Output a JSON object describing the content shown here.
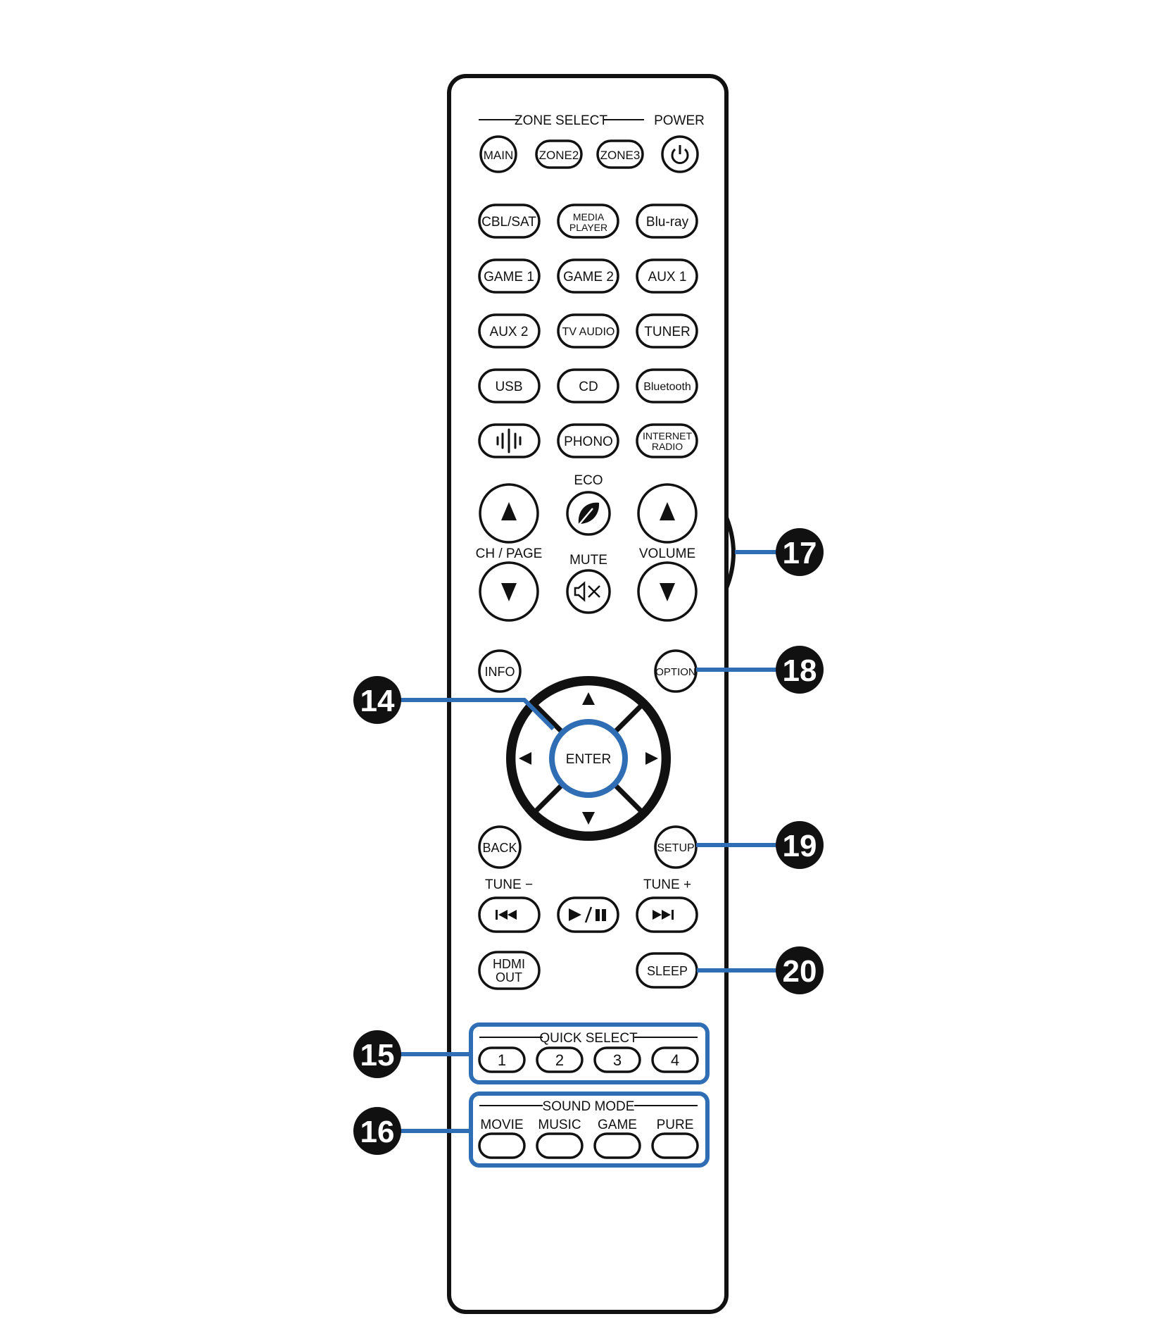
{
  "colors": {
    "ink": "#111111",
    "callout": "#2f6db5",
    "paper": "#ffffff",
    "badge_text": "#ffffff"
  },
  "remote": {
    "zone_select_label": "ZONE SELECT",
    "power_label": "POWER",
    "buttons": {
      "main": "MAIN",
      "zone2": "ZONE2",
      "zone3": "ZONE3",
      "cbl_sat": "CBL/SAT",
      "media_player": [
        "MEDIA",
        "PLAYER"
      ],
      "bluray": "Blu-ray",
      "game1": "GAME 1",
      "game2": "GAME 2",
      "aux1": "AUX 1",
      "aux2": "AUX 2",
      "tv_audio": "TV AUDIO",
      "tuner": "TUNER",
      "usb": "USB",
      "cd": "CD",
      "bluetooth": "Bluetooth",
      "phono": "PHONO",
      "internet_radio": [
        "INTERNET",
        "RADIO"
      ],
      "info": "INFO",
      "option": "OPTION",
      "enter": "ENTER",
      "back": "BACK",
      "setup": "SETUP",
      "hdmi_out": [
        "HDMI",
        "OUT"
      ],
      "sleep": "SLEEP"
    },
    "labels": {
      "eco": "ECO",
      "ch_page": "CH / PAGE",
      "mute": "MUTE",
      "volume": "VOLUME",
      "tune_minus": "TUNE −",
      "tune_plus": "TUNE +"
    },
    "quick_select": {
      "label": "QUICK SELECT",
      "buttons": [
        "1",
        "2",
        "3",
        "4"
      ]
    },
    "sound_mode": {
      "label": "SOUND MODE",
      "modes": [
        "MOVIE",
        "MUSIC",
        "GAME",
        "PURE"
      ]
    }
  },
  "callouts": [
    "14",
    "15",
    "16",
    "17",
    "18",
    "19",
    "20"
  ]
}
